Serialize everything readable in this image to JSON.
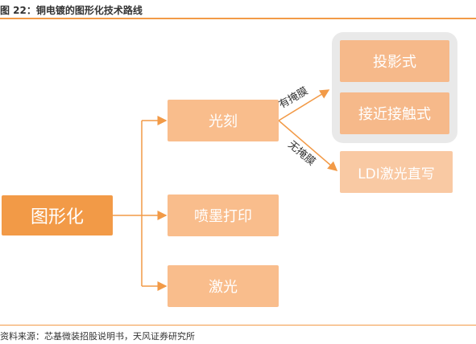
{
  "header": {
    "title": "图 22：铜电镀的图形化技术路线"
  },
  "diagram": {
    "root": "图形化",
    "branches": [
      "光刻",
      "喷墨打印",
      "激光"
    ],
    "photolithography_children": [
      "投影式",
      "接近接触式"
    ],
    "direct_child": "LDI激光直写",
    "edge_labels": {
      "with_mask": "有掩膜",
      "without_mask": "无掩膜"
    }
  },
  "footer": {
    "source": "资料来源：芯基微装招股说明书，天风证券研究所"
  },
  "colors": {
    "accent": "#f29a47",
    "light": "#f9bd8c",
    "group_bg": "#e9e9e9"
  }
}
